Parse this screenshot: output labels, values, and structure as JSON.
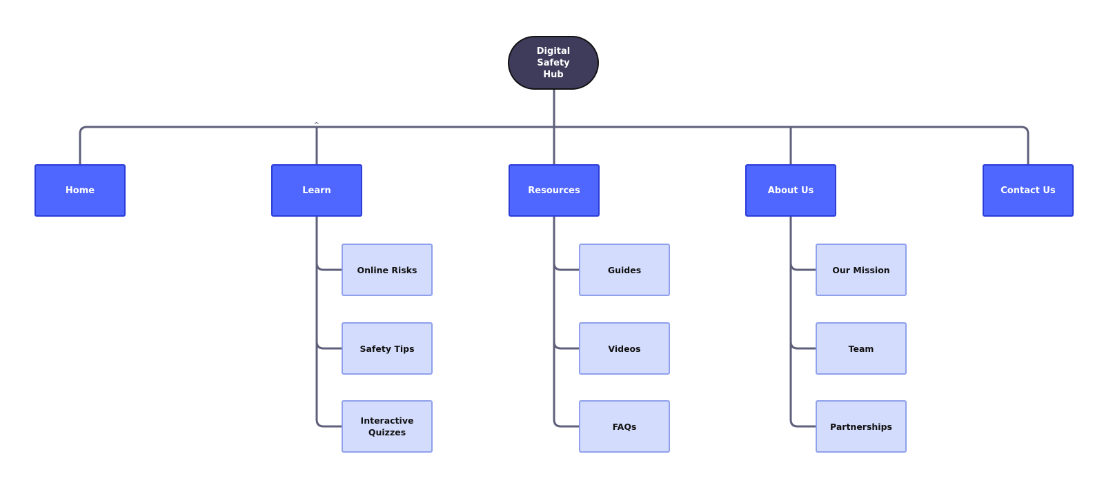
{
  "root": {
    "label": "Digital Safety\nHub"
  },
  "sections": [
    {
      "key": "home",
      "label": "Home",
      "children": []
    },
    {
      "key": "learn",
      "label": "Learn",
      "children": [
        "Online Risks",
        "Safety Tips",
        "Interactive Quizzes"
      ]
    },
    {
      "key": "resources",
      "label": "Resources",
      "children": [
        "Guides",
        "Videos",
        "FAQs"
      ]
    },
    {
      "key": "about-us",
      "label": "About Us",
      "children": [
        "Our Mission",
        "Team",
        "Partnerships"
      ]
    },
    {
      "key": "contact-us",
      "label": "Contact Us",
      "children": []
    }
  ],
  "colors": {
    "root_fill": "#3e3b5b",
    "section_fill": "#4f66ff",
    "page_fill": "#d3dcfd",
    "connector": "#5e5f7a"
  }
}
